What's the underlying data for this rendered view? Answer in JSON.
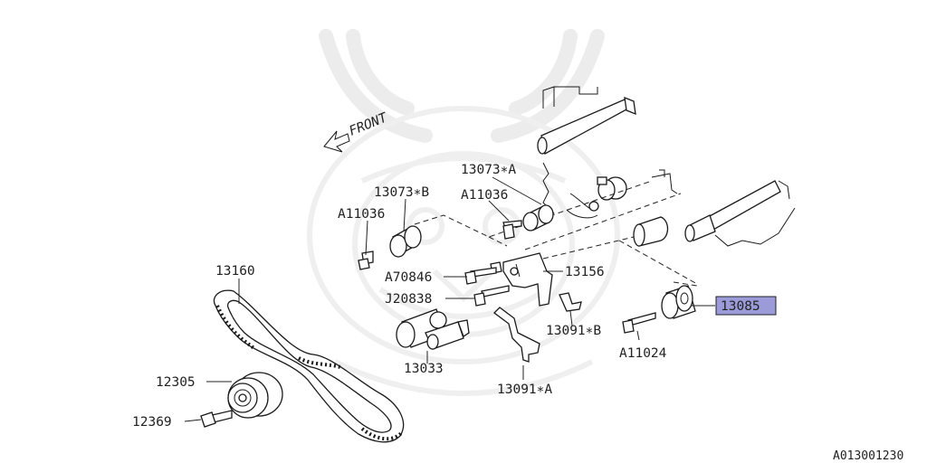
{
  "diagram": {
    "front_label": "FRONT",
    "highlight_color": "#9b9bd9",
    "figure_code": "A013001230",
    "callouts": {
      "c13073A": "13073∗A",
      "c13073B": "13073∗B",
      "c11036_top": "A11036",
      "c11036_left": "A11036",
      "c70846": "A70846",
      "c20838": "J20838",
      "c13156": "13156",
      "c13160": "13160",
      "c13033": "13033",
      "c13091B": "13091∗B",
      "c13091A": "13091∗A",
      "c12305": "12305",
      "c12369": "12369",
      "c11024": "A11024",
      "c13085": "13085"
    }
  }
}
